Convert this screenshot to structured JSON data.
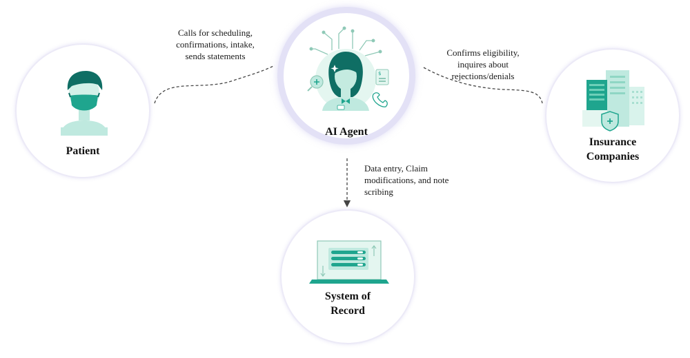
{
  "nodes": {
    "patient": {
      "label": "Patient"
    },
    "agent": {
      "label": "AI Agent"
    },
    "insurance": {
      "label_line1": "Insurance",
      "label_line2": "Companies"
    },
    "record": {
      "label_line1": "System of",
      "label_line2": "Record"
    }
  },
  "edges": {
    "patient_agent": {
      "lines": [
        "Calls for scheduling,",
        "confirmations, intake,",
        "sends statements"
      ]
    },
    "agent_insurance": {
      "lines": [
        "Confirms eligibility,",
        "inquires about",
        "rejections/denials"
      ]
    },
    "agent_record": {
      "lines": [
        "Data entry, Claim",
        "modifications, and note",
        "scribing"
      ]
    }
  },
  "colors": {
    "teal": "#1fa58e",
    "mint": "#bfe9df",
    "light_mint": "#e4f6f0",
    "dark_teal": "#0f6e64",
    "ring": "#e3e1f6"
  },
  "icons": [
    "patient-avatar-icon",
    "ai-agent-avatar-icon",
    "office-buildings-icon",
    "laptop-icon",
    "shield-plus-icon",
    "phone-icon",
    "document-icon"
  ]
}
